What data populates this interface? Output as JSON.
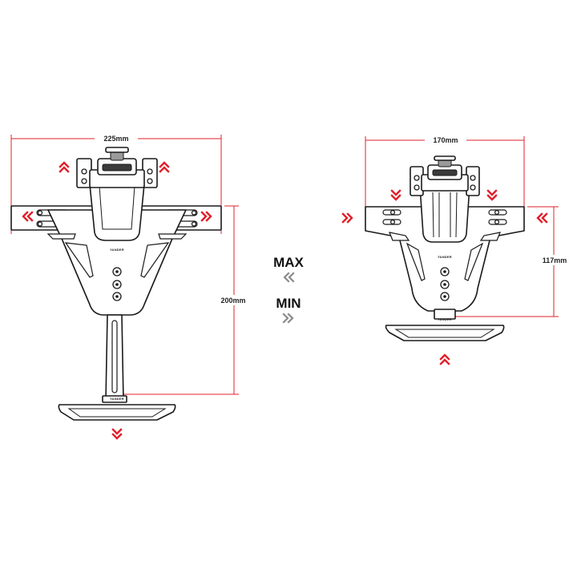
{
  "left_view": {
    "width_dimension": "225mm",
    "height_dimension": "200mm",
    "brand_mark": "YANDER"
  },
  "right_view": {
    "width_dimension": "170mm",
    "height_dimension": "117mm",
    "brand_mark": "YANDER"
  },
  "legend": {
    "max_label": "MAX",
    "min_label": "MIN"
  },
  "colors": {
    "dimension_lines": "#e0202a",
    "arrows_red": "#e0202a",
    "arrows_grey": "#8a8a8a",
    "outline": "#1a1a1a"
  }
}
